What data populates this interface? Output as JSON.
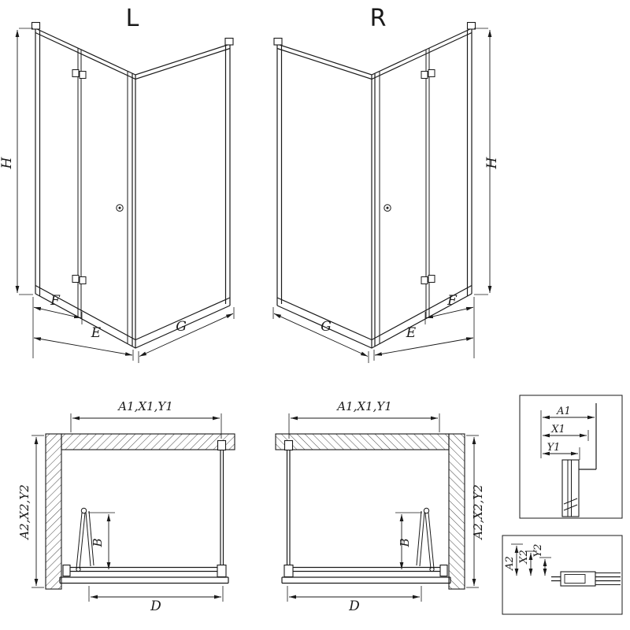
{
  "colors": {
    "line": "#1a1a1a",
    "background": "#ffffff"
  },
  "views": {
    "iso_left": {
      "label": "L",
      "dims": {
        "height": "H",
        "f": "F",
        "e": "E",
        "g": "G"
      }
    },
    "iso_right": {
      "label": "R",
      "dims": {
        "height": "H",
        "f": "F",
        "e": "E",
        "g": "G"
      }
    },
    "plan_left": {
      "dims": {
        "top": "A1,X1,Y1",
        "side": "A2,X2,Y2",
        "b": "B",
        "d": "D"
      }
    },
    "plan_right": {
      "dims": {
        "top": "A1,X1,Y1",
        "side": "A2,X2,Y2",
        "b": "B",
        "d": "D"
      }
    },
    "detail_top": {
      "dims": {
        "a1": "A1",
        "x1": "X1",
        "y1": "Y1"
      }
    },
    "detail_bottom": {
      "dims": {
        "a2": "A2",
        "x2": "X2",
        "y2": "Y2"
      }
    }
  }
}
